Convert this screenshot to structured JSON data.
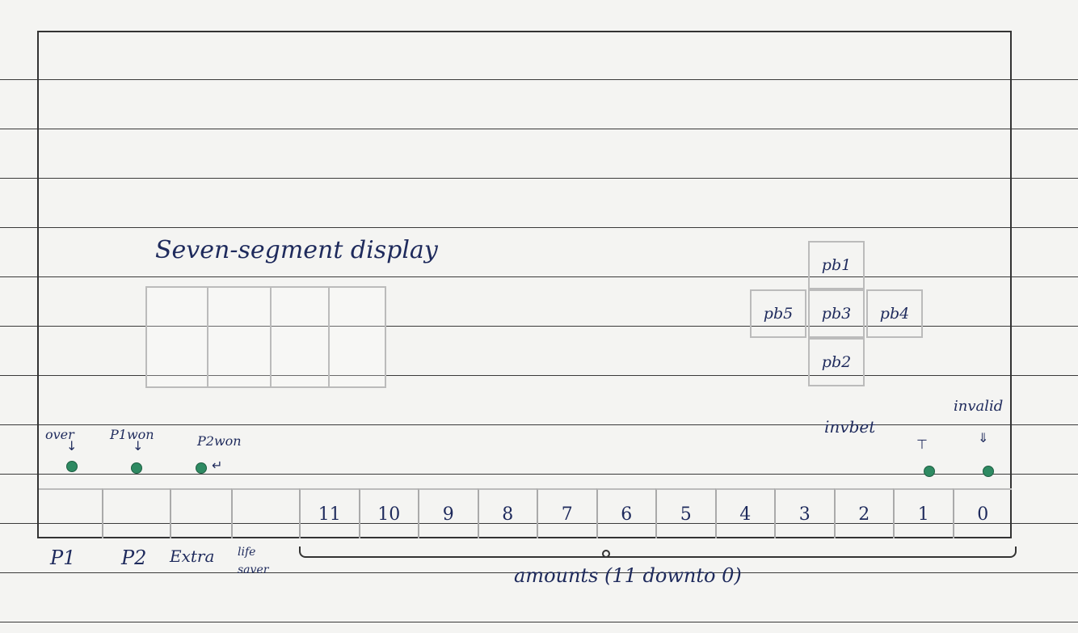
{
  "seven_segment_label": "Seven-segment display",
  "push_buttons": {
    "pb1": "pb1",
    "pb2": "pb2",
    "pb3": "pb3",
    "pb4": "pb4",
    "pb5": "pb5"
  },
  "leds": {
    "over": "over",
    "p1won": "P1won",
    "p2won": "P2won",
    "invbet": "invbet",
    "invalid": "invalid"
  },
  "switches": {
    "p1": "P1",
    "p2": "P2",
    "extra": "Extra",
    "life_saver": "life saver",
    "amount_labels": [
      "11",
      "10",
      "9",
      "8",
      "7",
      "6",
      "5",
      "4",
      "3",
      "2",
      "1",
      "0"
    ]
  },
  "amounts_label": "amounts (11 downto 0)",
  "colors": {
    "ink": "#1e2a5c",
    "led": "#2e8a62"
  }
}
